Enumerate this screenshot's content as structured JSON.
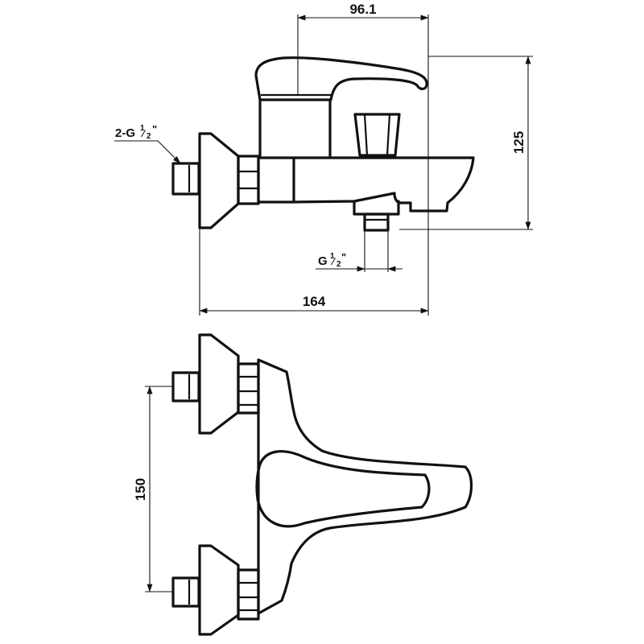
{
  "dimensions": {
    "top_width": "96.1",
    "height": "125",
    "overall_length": "164",
    "inlet_spacing": "150"
  },
  "labels": {
    "wall_inlets": {
      "prefix": "2-G",
      "numerator": "1",
      "denominator": "2",
      "suffix": "\""
    },
    "outlet": {
      "prefix": "G",
      "numerator": "1",
      "denominator": "2",
      "suffix": "\""
    }
  },
  "colors": {
    "line": "#111111",
    "background": "#ffffff"
  }
}
